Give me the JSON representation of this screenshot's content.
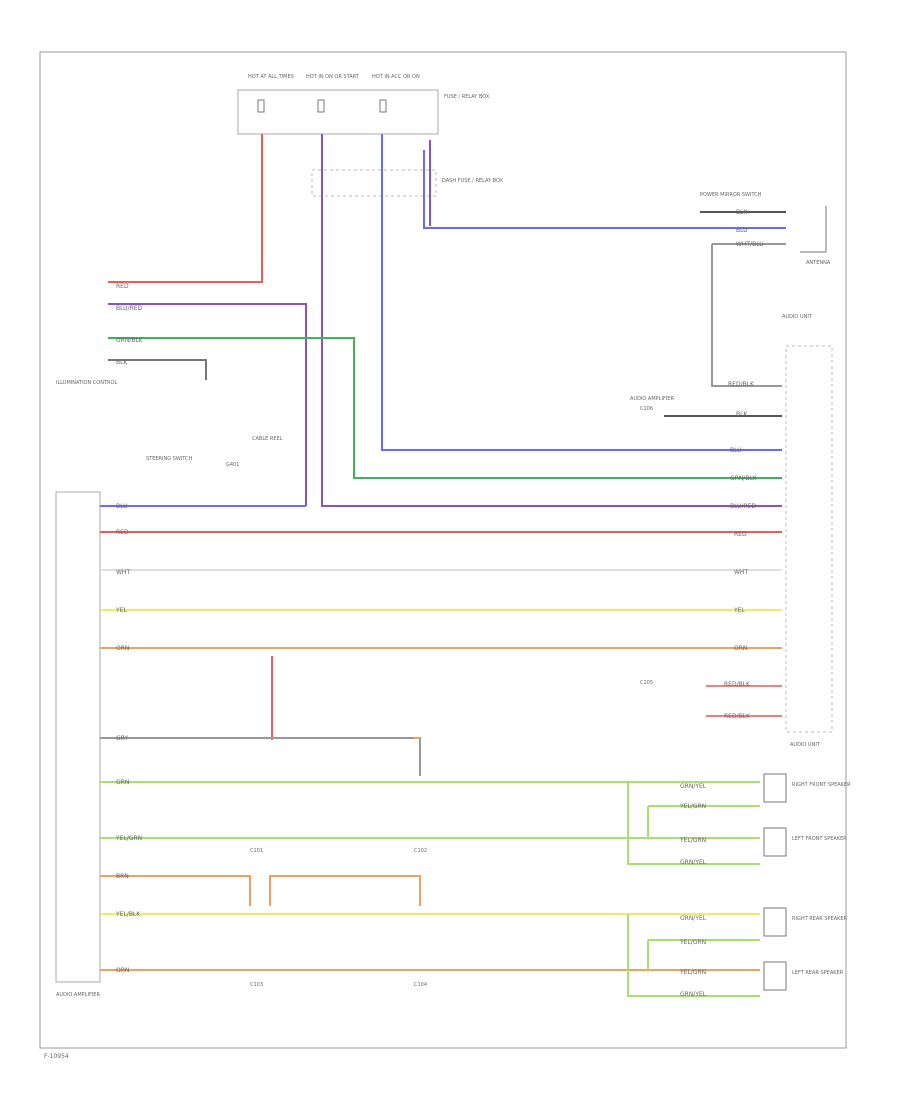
{
  "diagram": {
    "title": "AUDIO SYSTEM WIRING DIAGRAM",
    "footer_code": "F-10954",
    "components": {
      "fuse_left": "HOT AT ALL TIMES",
      "fuse_mid": "HOT IN ON OR START",
      "fuse_right": "HOT IN ACC OR ON",
      "fuse_box_right": "FUSE / RELAY BOX",
      "junction_box": "DASH FUSE / RELAY BOX",
      "mirror_switch": "POWER MIRROR SWITCH",
      "antenna": "ANTENNA",
      "audio_unit_top": "AUDIO UNIT",
      "audio_unit_bottom": "AUDIO UNIT",
      "illum_control": "ILLUMINATION CONTROL",
      "steering_switch": "STEERING SWITCH",
      "ground_label": "G401",
      "cable_reel": "CABLE REEL",
      "amp_module": "AUDIO AMPLIFIER",
      "front_right_speaker": "RIGHT FRONT SPEAKER",
      "front_left_speaker": "LEFT FRONT SPEAKER",
      "rear_right_speaker": "RIGHT REAR SPEAKER",
      "rear_left_speaker": "LEFT REAR SPEAKER",
      "connector_a": "C101",
      "connector_b": "C102",
      "connector_c": "C103",
      "connector_d": "C104",
      "connector_e": "C105",
      "connector_f": "C106"
    },
    "wires": {
      "w_red": "RED",
      "w_blu_red": "BLU/RED",
      "w_grn_blk": "GRN/BLK",
      "w_blk": "BLK",
      "w_blu": "BLU",
      "w_yel": "YEL",
      "w_wht": "WHT",
      "w_grn": "GRN",
      "w_orn": "ORN",
      "w_red_blk": "RED/BLK",
      "w_brn": "BRN",
      "w_yel_grn": "YEL/GRN",
      "w_grn_yel": "GRN/YEL",
      "w_wht_blu": "WHT/BLU",
      "w_gry": "GRY",
      "w_yel_blk": "YEL/BLK"
    },
    "colors": {
      "red": "#f05a5a",
      "purple": "#8a50c8",
      "blue": "#6a6aff",
      "green": "#3cb45a",
      "yellow": "#ecec6a",
      "orange": "#f0a060",
      "lime": "#a8e070",
      "pink": "#f08080",
      "gray": "#999999"
    }
  }
}
